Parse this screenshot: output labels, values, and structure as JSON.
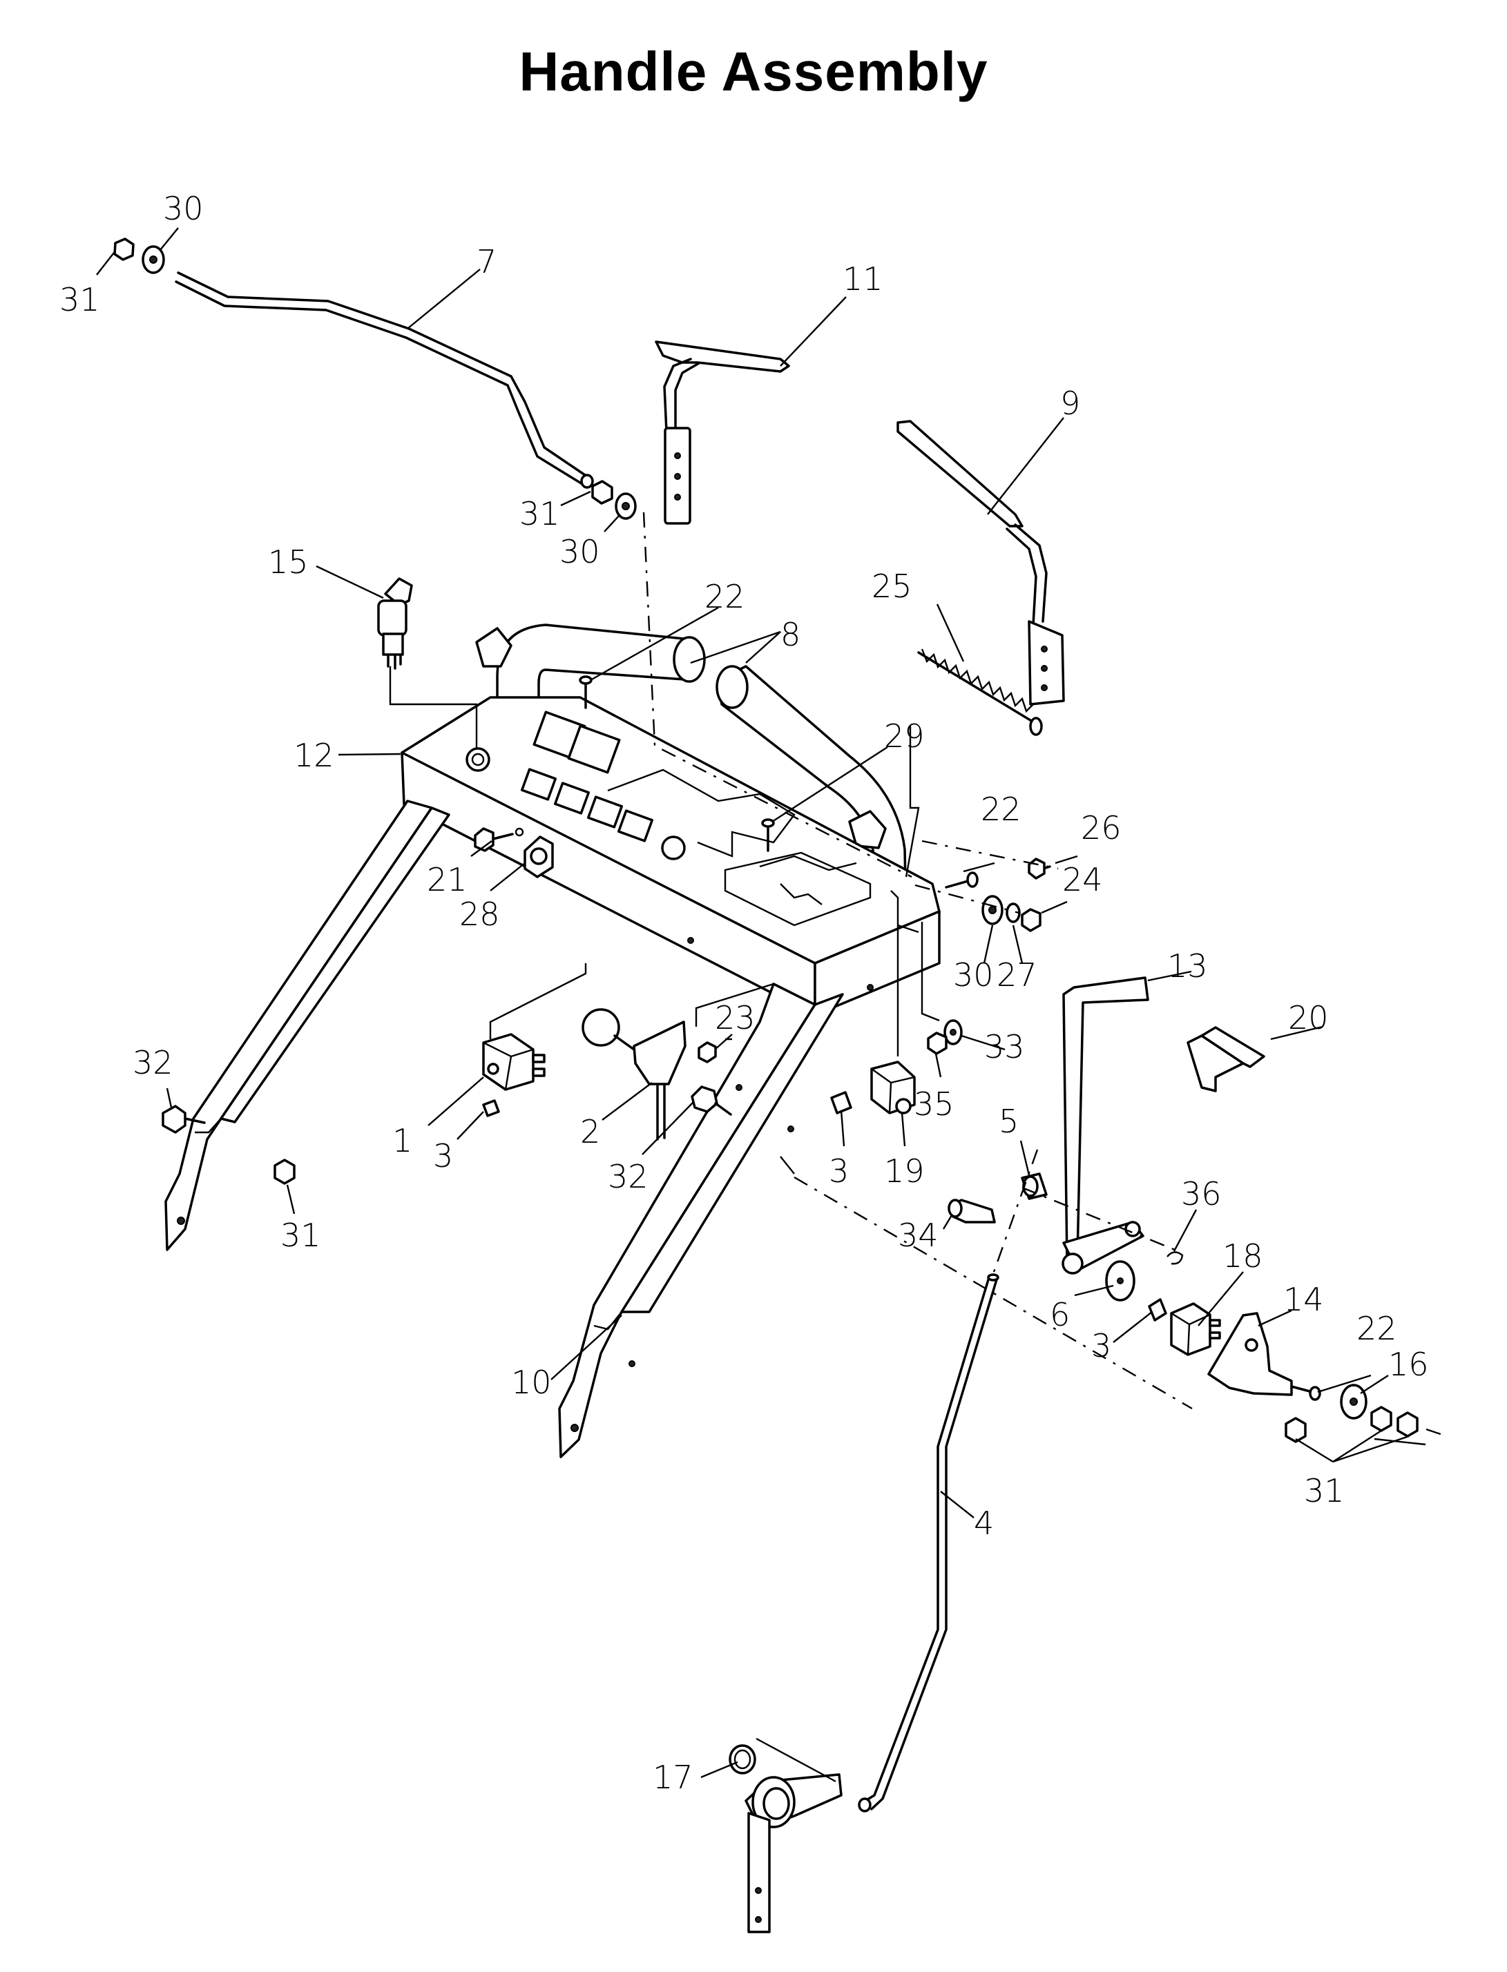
{
  "title": "Handle Assembly",
  "callouts": [
    {
      "id": "c30a",
      "text": "30"
    },
    {
      "id": "c31a",
      "text": "31"
    },
    {
      "id": "c7",
      "text": "7"
    },
    {
      "id": "c11",
      "text": "11"
    },
    {
      "id": "c9",
      "text": "9"
    },
    {
      "id": "c31b",
      "text": "31"
    },
    {
      "id": "c30b",
      "text": "30"
    },
    {
      "id": "c15",
      "text": "15"
    },
    {
      "id": "c22a",
      "text": "22"
    },
    {
      "id": "c8",
      "text": "8"
    },
    {
      "id": "c25",
      "text": "25"
    },
    {
      "id": "c12",
      "text": "12"
    },
    {
      "id": "c29",
      "text": "29"
    },
    {
      "id": "c22b",
      "text": "22"
    },
    {
      "id": "c26",
      "text": "26"
    },
    {
      "id": "c24",
      "text": "24"
    },
    {
      "id": "c21",
      "text": "21"
    },
    {
      "id": "c28",
      "text": "28"
    },
    {
      "id": "c30c",
      "text": "30"
    },
    {
      "id": "c27",
      "text": "27"
    },
    {
      "id": "c13",
      "text": "13"
    },
    {
      "id": "c20",
      "text": "20"
    },
    {
      "id": "c23",
      "text": "23"
    },
    {
      "id": "c33",
      "text": "33"
    },
    {
      "id": "c32a",
      "text": "32"
    },
    {
      "id": "c1",
      "text": "1"
    },
    {
      "id": "c3a",
      "text": "3"
    },
    {
      "id": "c2",
      "text": "2"
    },
    {
      "id": "c35",
      "text": "35"
    },
    {
      "id": "c5",
      "text": "5"
    },
    {
      "id": "c32b",
      "text": "32"
    },
    {
      "id": "c3b",
      "text": "3"
    },
    {
      "id": "c19",
      "text": "19"
    },
    {
      "id": "c36",
      "text": "36"
    },
    {
      "id": "c31c",
      "text": "31"
    },
    {
      "id": "c34",
      "text": "34"
    },
    {
      "id": "c18",
      "text": "18"
    },
    {
      "id": "c6",
      "text": "6"
    },
    {
      "id": "c14",
      "text": "14"
    },
    {
      "id": "c3c",
      "text": "3"
    },
    {
      "id": "c22c",
      "text": "22"
    },
    {
      "id": "c16",
      "text": "16"
    },
    {
      "id": "c10",
      "text": "10"
    },
    {
      "id": "c31d",
      "text": "31"
    },
    {
      "id": "c4",
      "text": "4"
    },
    {
      "id": "c17",
      "text": "17"
    }
  ]
}
